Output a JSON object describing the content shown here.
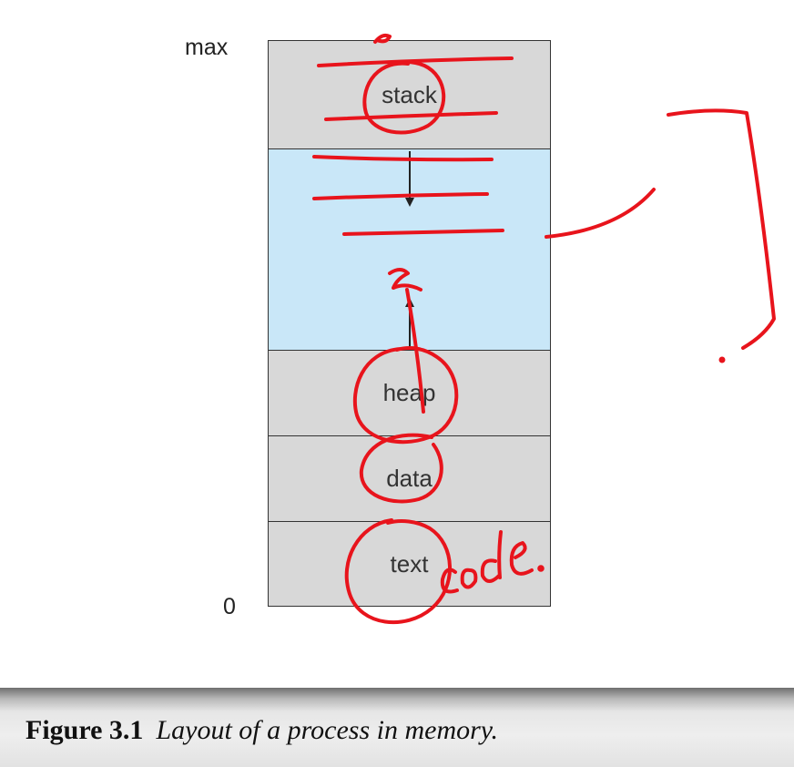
{
  "diagram": {
    "address_labels": {
      "top": "max",
      "bottom": "0"
    },
    "regions": [
      {
        "id": "stack",
        "label": "stack",
        "fill": "#d8d8d8"
      },
      {
        "id": "free",
        "label": "",
        "fill": "#c9e7f8"
      },
      {
        "id": "heap",
        "label": "heap",
        "fill": "#d8d8d8"
      },
      {
        "id": "data",
        "label": "data",
        "fill": "#d8d8d8"
      },
      {
        "id": "text",
        "label": "text",
        "fill": "#d8d8d8"
      }
    ],
    "arrows": [
      {
        "from": "stack",
        "direction": "down"
      },
      {
        "from": "heap",
        "direction": "up"
      }
    ],
    "handwritten_annotation": "code.",
    "annotation_color": "#e8141c"
  },
  "caption": {
    "number": "Figure 3.1",
    "text": "Layout of a process in memory."
  }
}
